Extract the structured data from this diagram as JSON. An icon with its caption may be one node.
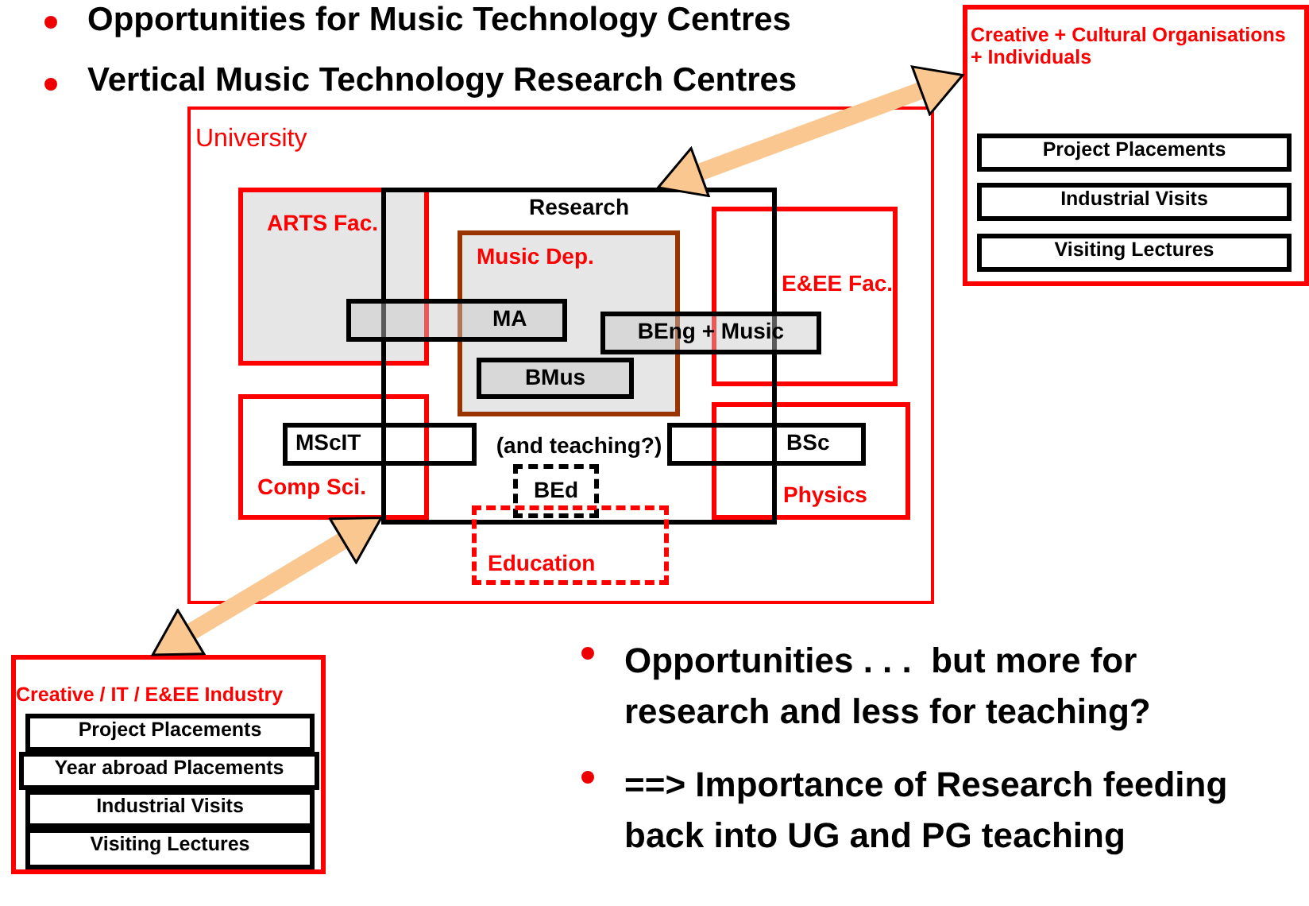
{
  "diagram": {
    "nodes": [
      {
        "text": [
          "University"
        ]
      },
      {
        "text": [
          "ARTS Fac."
        ],
        "in": 0
      },
      {
        "text": [
          "Music Dep."
        ],
        "in": 4
      },
      {
        "text": [
          "E&EE Fac."
        ],
        "in": 0
      },
      {
        "text": [
          "Research",
          "(and teaching?)"
        ],
        "in": 0
      },
      {
        "text": [
          "MA"
        ],
        "in": 0
      },
      {
        "text": [
          "BEng + Music"
        ],
        "in": 0
      },
      {
        "text": [
          "BMus"
        ],
        "in": 2
      },
      {
        "text": [
          "MScIT"
        ],
        "in": 0
      },
      {
        "text": [
          "BSc"
        ],
        "in": 0
      },
      {
        "text": [
          "Comp Sci."
        ],
        "in": 0
      },
      {
        "text": [
          "Physics"
        ],
        "in": 0
      },
      {
        "text": [
          "BEd"
        ],
        "in": 4
      },
      {
        "text": [
          "Education"
        ],
        "in": 0
      },
      {
        "text": [
          "Creative + Cultural Organisations + Individuals"
        ]
      },
      {
        "text": [
          "Project Placements"
        ],
        "in": 14
      },
      {
        "text": [
          "Industrial Visits"
        ],
        "in": 14
      },
      {
        "text": [
          "Visiting Lectures"
        ],
        "in": 14
      },
      {
        "text": [
          "Creative / IT / E&EE Industry"
        ]
      },
      {
        "text": [
          "Project Placements"
        ],
        "in": 18
      },
      {
        "text": [
          "Year abroad Placements"
        ],
        "in": 18
      },
      {
        "text": [
          "Industrial Visits"
        ],
        "in": 18
      },
      {
        "text": [
          "Visiting Lectures"
        ],
        "in": 18
      }
    ],
    "edges": [
      {
        "from": 4,
        "to": 14,
        "arrow": "both"
      },
      {
        "from": 4,
        "to": 18,
        "arrow": "both"
      }
    ],
    "labels": [
      "Opportunities for Music Technology Centres",
      "Vertical Music Technology Research Centres",
      "Opportunities . . .  but more for research and less for teaching?",
      "==> Importance of Research feeding back into UG and PG teaching"
    ]
  }
}
